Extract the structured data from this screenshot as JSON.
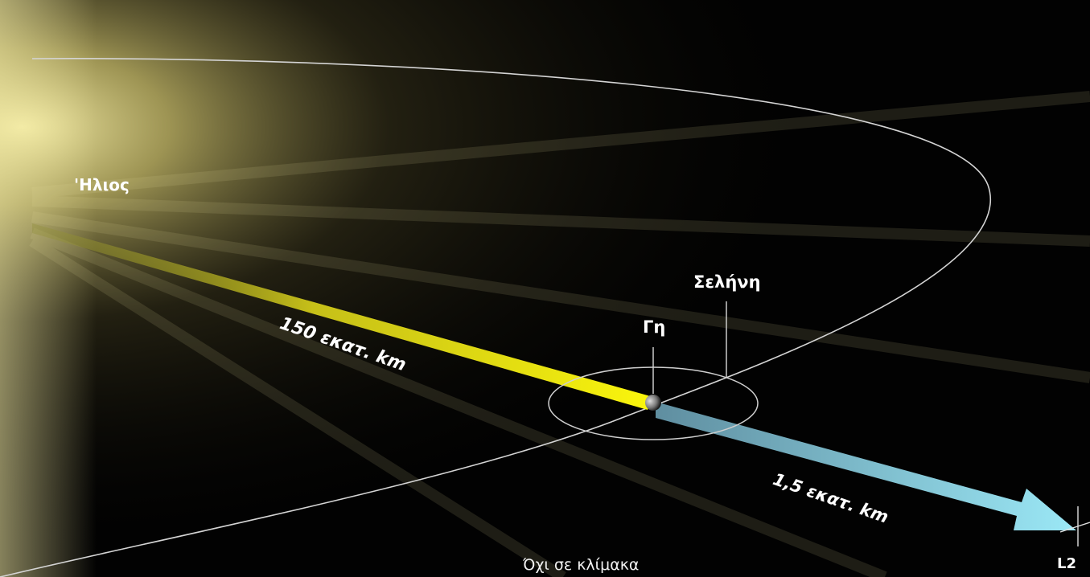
{
  "labels": {
    "sun": "'Ηλιος",
    "moon": "Σελήνη",
    "earth": "Γη",
    "l2": "L2",
    "sun_distance": "150 εκατ. km",
    "l2_distance": "1,5 εκατ. km",
    "not_to_scale": "Όχι σε κλίμακα"
  },
  "colors": {
    "sun_glow": "#efe6a0",
    "sun_beam": "#f4ee10",
    "l2_beam": "#8fdcef",
    "orbit_line": "#d8d8d8"
  }
}
